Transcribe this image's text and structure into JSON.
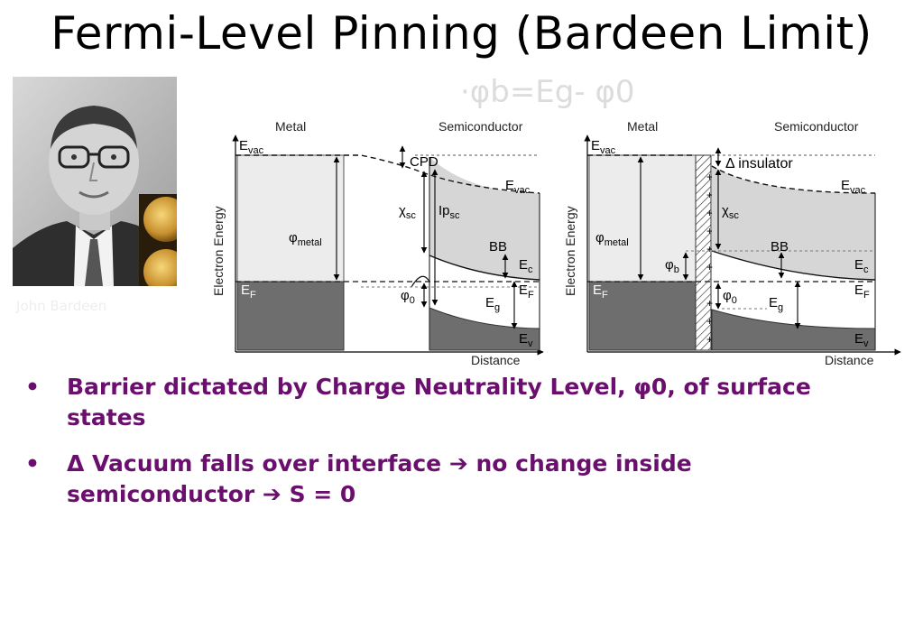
{
  "slide": {
    "title": "Fermi-Level Pinning (Bardeen Limit)",
    "subtitle": "·φb=Eg- φ0"
  },
  "photo_caption": "John Bardeen",
  "left_diagram": {
    "metal_label": "Metal",
    "semiconductor_label": "Semiconductor",
    "y_axis_label": "Electron Energy",
    "x_axis_label": "Distance",
    "evac_metal": "E",
    "evac_metal_sub": "vac",
    "cpd": "CPD",
    "evac_sc": "E",
    "evac_sc_sub": "vac",
    "chi": "χ",
    "chi_sub": "sc",
    "ip": "Ip",
    "ip_sub": "sc",
    "phi_metal": "φ",
    "phi_metal_sub": "metal",
    "bb": "BB",
    "ec": "E",
    "ec_sub": "c",
    "ef_metal": "E",
    "ef_metal_sub": "F",
    "ef_sc": "E",
    "ef_sc_sub": "F",
    "phi0": "φ",
    "phi0_sub": "0",
    "eg": "E",
    "eg_sub": "g",
    "ev": "E",
    "ev_sub": "v"
  },
  "right_diagram": {
    "metal_label": "Metal",
    "semiconductor_label": "Semiconductor",
    "y_axis_label": "Electron Energy",
    "x_axis_label": "Distance",
    "evac_metal": "E",
    "evac_metal_sub": "vac",
    "delta_insulator": "Δ insulator",
    "evac_sc": "E",
    "evac_sc_sub": "vac",
    "chi": "χ",
    "chi_sub": "sc",
    "phi_metal": "φ",
    "phi_metal_sub": "metal",
    "phi_b": "φ",
    "phi_b_sub": "b",
    "bb": "BB",
    "ec": "E",
    "ec_sub": "c",
    "ef_metal": "E",
    "ef_metal_sub": "F",
    "ef_sc": "E",
    "ef_sc_sub": "F",
    "phi0": "φ",
    "phi0_sub": "0",
    "eg": "E",
    "eg_sub": "g",
    "ev": "E",
    "ev_sub": "v"
  },
  "bullets": [
    {
      "marker": "•",
      "text": "Barrier dictated by Charge Neutrality Level, φ0, of surface states"
    },
    {
      "marker": "•",
      "text": "Δ Vacuum falls over interface ➔ no change inside semiconductor ➔  S = 0"
    }
  ],
  "colors": {
    "bullet_text": "#6a0f6e",
    "band_dark": "#6e6e6e",
    "band_light": "#e2e2e2",
    "band_semi": "#d6d6d6"
  }
}
